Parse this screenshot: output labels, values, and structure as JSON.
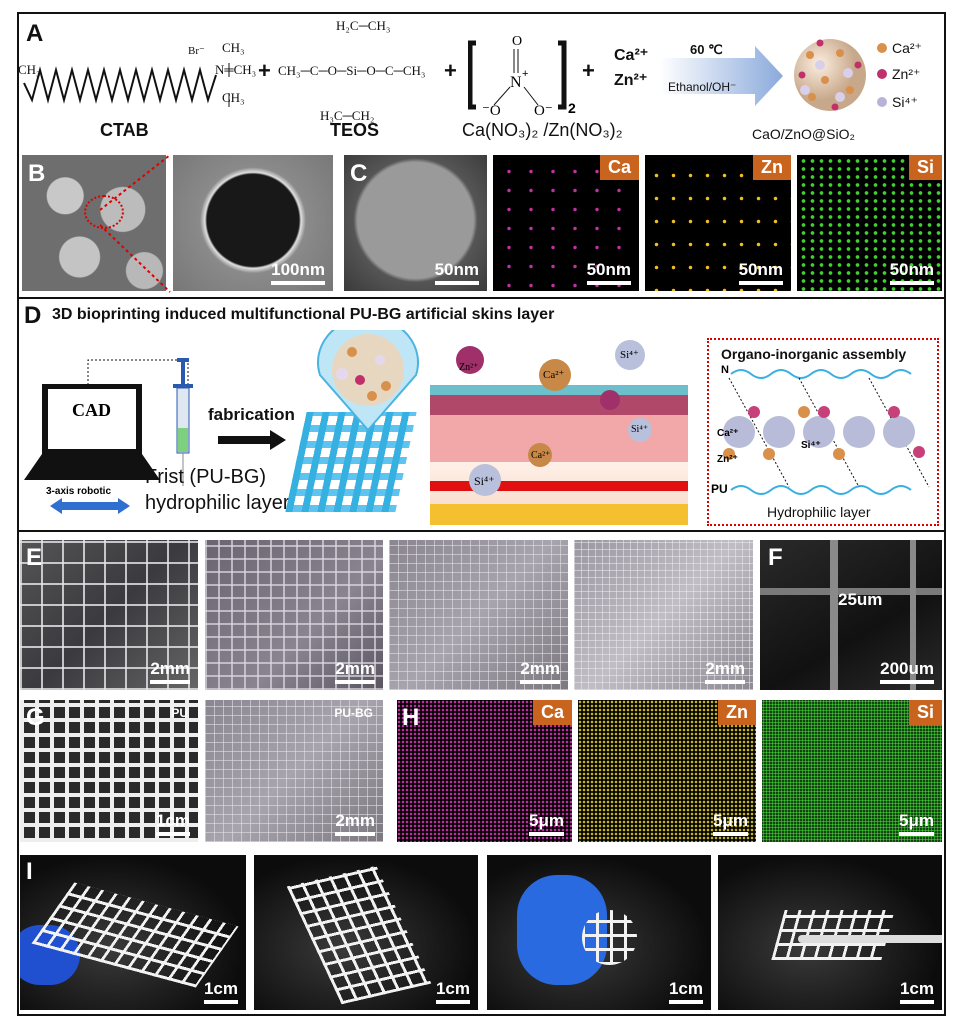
{
  "panels": {
    "a": "A",
    "b": "B",
    "c": "C",
    "d": "D",
    "e": "E",
    "f": "F",
    "g": "G",
    "h": "H",
    "i": "I"
  },
  "panel_a": {
    "ctab_formula": {
      "br": "Br⁻",
      "ch3": "CH₃",
      "n": "N═CH₃"
    },
    "teos_formula": {
      "top": "H₂C─CH₃",
      "mid": "CH₃─C─O─Si─O─C─CH₃",
      "bottom": "H₃C─CH₂"
    },
    "plus": "+",
    "ctab": "CTAB",
    "teos": "TEOS",
    "nitrate": "Ca(NO₃)₂ /Zn(NO₃)₂",
    "nitrate_sub": "2",
    "ions": [
      "Ca²⁺",
      "Zn²⁺"
    ],
    "condition_top": "60 ℃",
    "condition_bottom": "Ethanol/OH⁻",
    "product": "CaO/ZnO@SiO₂",
    "legend": [
      "Ca²⁺",
      "Zn²⁺",
      "Si⁴⁺"
    ],
    "colors": {
      "ca": "#d8904a",
      "zn": "#c0306a",
      "si": "#b8b4d8"
    }
  },
  "panel_bc": {
    "scale_b": "100nm",
    "scale_c": "50nm",
    "maps": [
      {
        "el": "Ca",
        "scale": "50nm"
      },
      {
        "el": "Zn",
        "scale": "50nm"
      },
      {
        "el": "Si",
        "scale": "50nm"
      }
    ]
  },
  "panel_d": {
    "title": "3D bioprinting induced multifunctional  PU-BG artificial skins layer",
    "cad": "CAD",
    "robotic": "3-axis robotic",
    "fabrication": "fabrication",
    "layer_line1": "Frist (PU-BG)",
    "layer_line2": "hydrophilic layer",
    "ion_labels": [
      "Zn²⁺",
      "Ca²⁺",
      "Si⁴⁺",
      "Si⁴⁺",
      "Si⁴⁺",
      "Ca²⁺"
    ],
    "assembly_title": "Organo-inorganic assembly",
    "assembly_bottom": "Hydrophilic layer",
    "pu": "PU",
    "n": "N",
    "ca": "Ca²⁺",
    "zn": "Zn²⁺",
    "si": "Si⁴⁺"
  },
  "panel_ef": {
    "scales": [
      "2mm",
      "2mm",
      "2mm",
      "2mm"
    ],
    "f_width": "25um",
    "f_scale": "200um"
  },
  "panel_gh": {
    "g1_label": "PU",
    "g1_scale": "1cm",
    "g2_label": "PU-BG",
    "g2_scale": "2mm",
    "maps": [
      {
        "el": "Ca",
        "scale": "5μm"
      },
      {
        "el": "Zn",
        "scale": "5μm"
      },
      {
        "el": "Si",
        "scale": "5μm"
      }
    ]
  },
  "panel_i": {
    "scales": [
      "1cm",
      "1cm",
      "1cm",
      "1cm"
    ]
  }
}
